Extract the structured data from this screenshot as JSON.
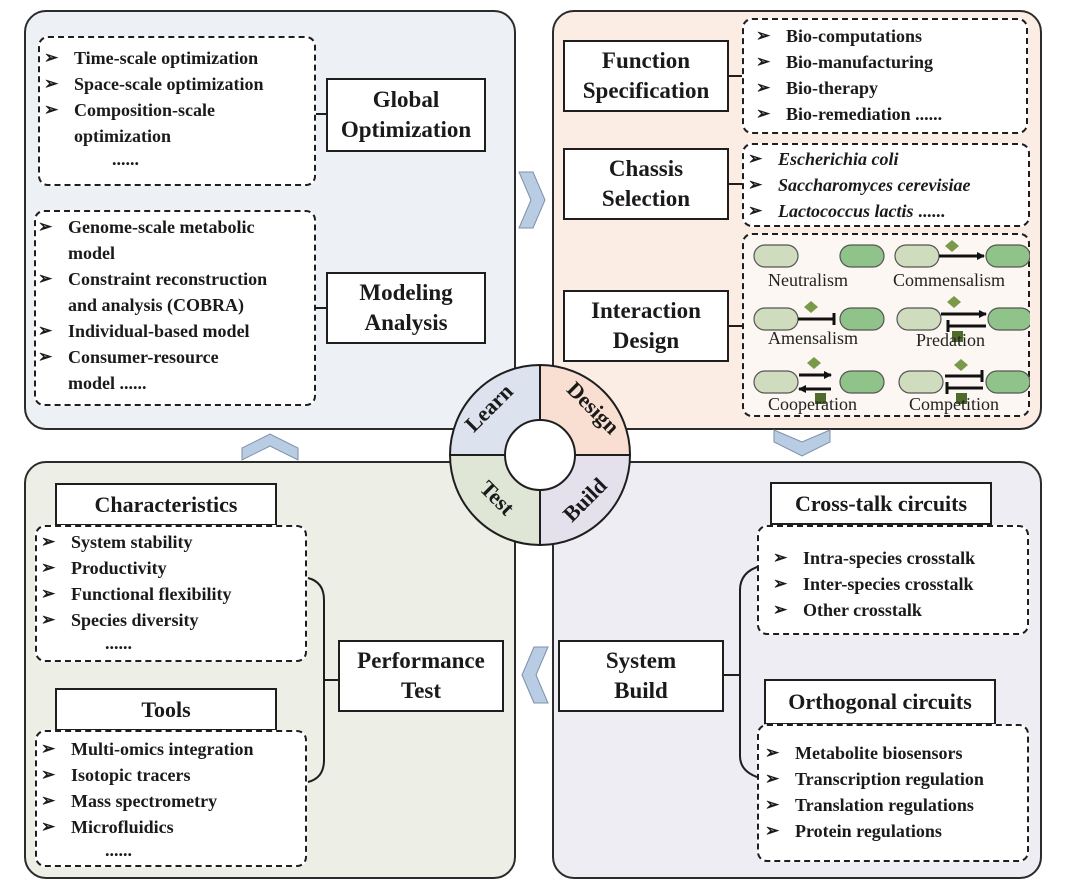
{
  "cycle": {
    "stages": [
      "Learn",
      "Design",
      "Build",
      "Test"
    ],
    "colors": {
      "learn": "#dce3ee",
      "design": "#f8dfd2",
      "build": "#e4e0ec",
      "test": "#dfe6d6"
    }
  },
  "learn": {
    "global_optimization": {
      "title_lines": [
        "Global",
        "Optimization"
      ],
      "items": [
        "Time-scale optimization",
        "Space-scale optimization",
        "Composition-scale",
        "optimization"
      ],
      "ellipsis": "......"
    },
    "modeling_analysis": {
      "title_lines": [
        "Modeling",
        "Analysis"
      ],
      "items": [
        "Genome-scale metabolic",
        "model",
        "Constraint reconstruction",
        "and analysis (COBRA)",
        "Individual-based model",
        "Consumer-resource",
        "model ......"
      ]
    }
  },
  "design": {
    "function_specification": {
      "title_lines": [
        "Function",
        "Specification"
      ],
      "items": [
        "Bio-computations",
        "Bio-manufacturing",
        "Bio-therapy",
        "Bio-remediation ......"
      ]
    },
    "chassis_selection": {
      "title_lines": [
        "Chassis",
        "Selection"
      ],
      "items": [
        "Escherichia coli",
        "Saccharomyces cerevisiae",
        "Lactococcus lactis"
      ],
      "ellipsis": "......"
    },
    "interaction_design": {
      "title_lines": [
        "Interaction",
        "Design"
      ],
      "interactions": [
        "Neutralism",
        "Commensalism",
        "Amensalism",
        "Predation",
        "Cooperation",
        "Competition"
      ]
    }
  },
  "test": {
    "characteristics": {
      "title": "Characteristics",
      "items": [
        "System stability",
        "Productivity",
        "Functional flexibility",
        "Species diversity"
      ],
      "ellipsis": "......"
    },
    "tools": {
      "title": "Tools",
      "items": [
        "Multi-omics integration",
        "Isotopic tracers",
        "Mass spectrometry",
        "Microfluidics"
      ],
      "ellipsis": "......"
    },
    "performance_test": {
      "title_lines": [
        "Performance",
        "Test"
      ]
    }
  },
  "build": {
    "system_build": {
      "title_lines": [
        "System",
        "Build"
      ]
    },
    "crosstalk": {
      "title": "Cross-talk circuits",
      "items": [
        "Intra-species crosstalk",
        "Inter-species crosstalk",
        "Other crosstalk"
      ]
    },
    "orthogonal": {
      "title": "Orthogonal circuits",
      "items": [
        "Metabolite biosensors",
        "Transcription regulation",
        "Translation regulations",
        "Protein regulations"
      ]
    }
  },
  "icons": {
    "bullet": "➢",
    "arrow_color": "#b8cde4",
    "cell_light": "#cfdcbd",
    "cell_dark": "#8fc38a",
    "signal_light": "#7a9a4a",
    "signal_dark": "#4f6b2c"
  }
}
